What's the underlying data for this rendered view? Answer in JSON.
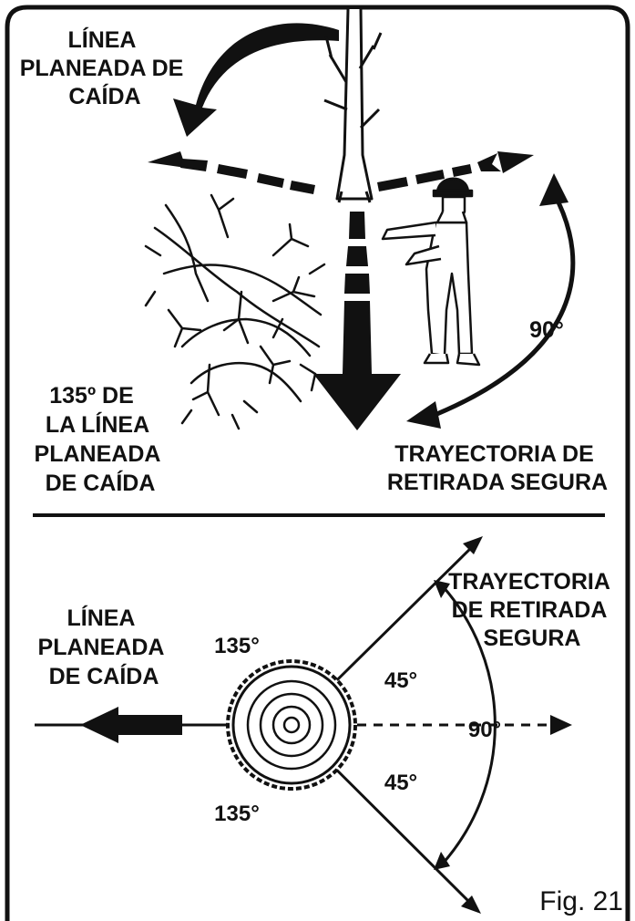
{
  "top_panel": {
    "planned_fall_line_label": [
      "LÍNEA",
      "PLANEADA DE",
      "CAÍDA"
    ],
    "angle_135_label": [
      "135º DE",
      "LA LÍNEA",
      "PLANEADA",
      "DE CAÍDA"
    ],
    "angle_90": "90°",
    "safe_retreat_label": [
      "TRAYECTORIA DE",
      "RETIRADA SEGURA"
    ]
  },
  "bottom_panel": {
    "planned_fall_line_label": [
      "LÍNEA",
      "PLANEADA",
      "DE CAÍDA"
    ],
    "safe_retreat_label": [
      "TRAYECTORIA",
      "DE RETIRADA",
      "SEGURA"
    ],
    "angle_135_top": "135°",
    "angle_135_bottom": "135°",
    "angle_45_top": "45°",
    "angle_45_bottom": "45°",
    "angle_90": "90°"
  },
  "figure_label": "Fig. 21",
  "colors": {
    "ink": "#111111",
    "background": "#ffffff"
  }
}
